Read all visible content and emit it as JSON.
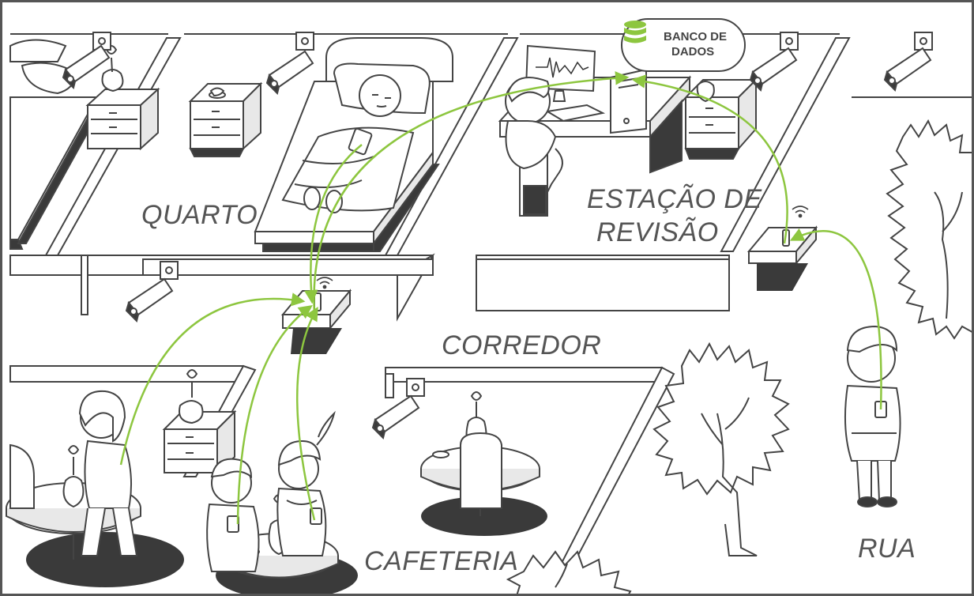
{
  "rooms": {
    "quarto": "QUARTO",
    "estacao_line1": "ESTAÇÃO DE",
    "estacao_line2": "REVISÃO",
    "corredor": "CORREDOR",
    "cafeteria": "CAFETERIA",
    "rua": "RUA"
  },
  "database": {
    "line1": "BANCO DE",
    "line2": "DADOS",
    "icon": "database-icon"
  },
  "colors": {
    "link": "#8dc63f",
    "line": "#444444",
    "shadow": "#3a3a3a",
    "label": "#555555"
  },
  "icons": [
    "security-camera-icon",
    "wifi-icon",
    "database-icon",
    "tree-icon",
    "person-icon",
    "bed-icon",
    "computer-icon",
    "table-icon"
  ]
}
